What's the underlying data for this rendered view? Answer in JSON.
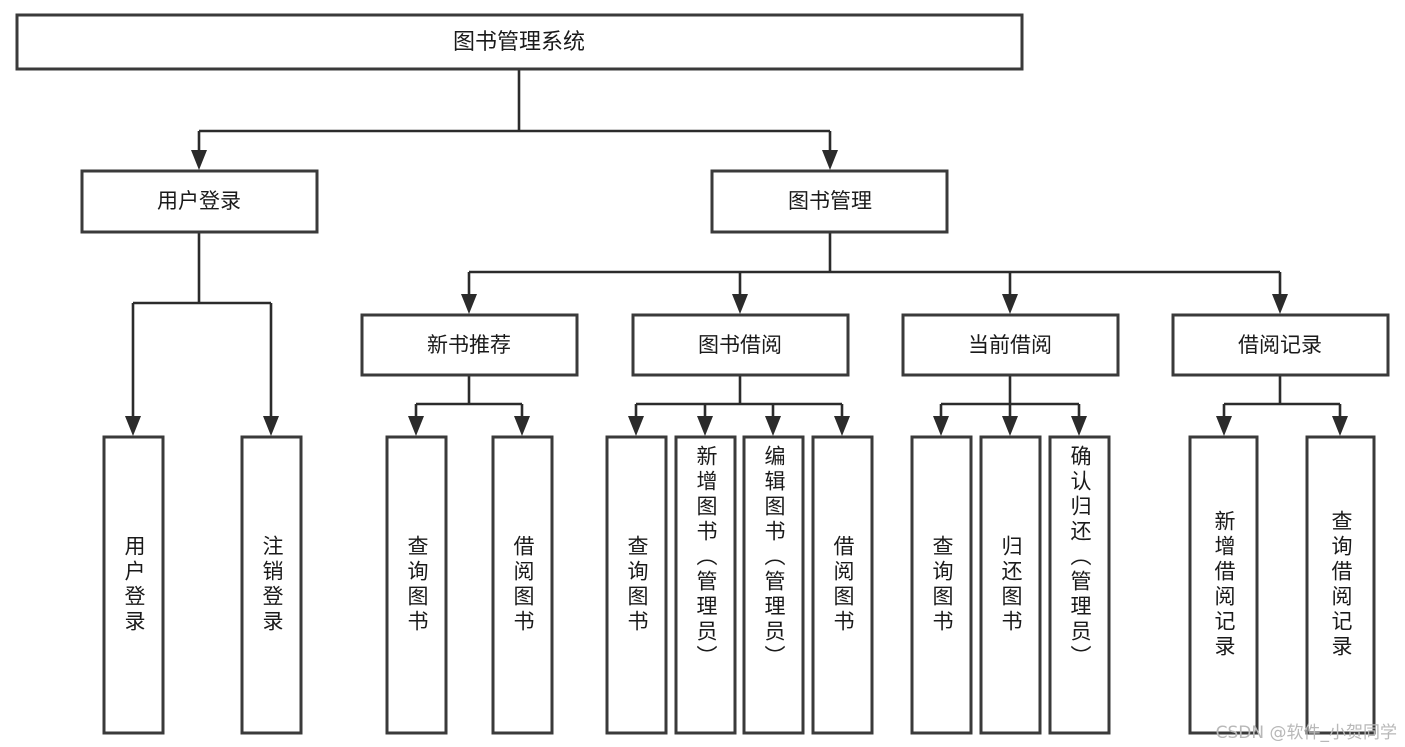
{
  "diagram": {
    "type": "tree",
    "title": "图书管理系统",
    "orientation": "top-down",
    "watermark": "CSDN @软件_小贺同学",
    "colors": {
      "box_fill": "#ffffff",
      "box_stroke": "#3a3a3a",
      "connector": "#2b2b2b",
      "text": "#1a1a1a",
      "watermark": "#b8b8b8",
      "background": "#ffffff"
    },
    "levels": {
      "root": "图书管理系统",
      "level2": [
        "用户登录",
        "图书管理"
      ],
      "level3": [
        "新书推荐",
        "图书借阅",
        "当前借阅",
        "借阅记录"
      ],
      "level4_count": 13
    },
    "nodes": {
      "root": {
        "label": "图书管理系统"
      },
      "user_login": {
        "label": "用户登录"
      },
      "book_manage": {
        "label": "图书管理"
      },
      "new_book_rec": {
        "label": "新书推荐"
      },
      "book_borrow": {
        "label": "图书借阅"
      },
      "current_borrow": {
        "label": "当前借阅"
      },
      "borrow_record": {
        "label": "借阅记录"
      }
    },
    "leaves": [
      {
        "id": "leaf-user-login",
        "parent": "用户登录",
        "label": "用户登录"
      },
      {
        "id": "leaf-logout",
        "parent": "用户登录",
        "label": "注销登录"
      },
      {
        "id": "leaf-query-book-1",
        "parent": "新书推荐",
        "label": "查询图书"
      },
      {
        "id": "leaf-borrow-book-1",
        "parent": "新书推荐",
        "label": "借阅图书"
      },
      {
        "id": "leaf-query-book-2",
        "parent": "图书借阅",
        "label": "查询图书"
      },
      {
        "id": "leaf-add-book",
        "parent": "图书借阅",
        "label": "新增图书（管理员）"
      },
      {
        "id": "leaf-edit-book",
        "parent": "图书借阅",
        "label": "编辑图书（管理员）"
      },
      {
        "id": "leaf-borrow-book-2",
        "parent": "图书借阅",
        "label": "借阅图书"
      },
      {
        "id": "leaf-query-book-3",
        "parent": "当前借阅",
        "label": "查询图书"
      },
      {
        "id": "leaf-return-book",
        "parent": "当前借阅",
        "label": "归还图书"
      },
      {
        "id": "leaf-confirm-return",
        "parent": "当前借阅",
        "label": "确认归还（管理员）"
      },
      {
        "id": "leaf-add-record",
        "parent": "借阅记录",
        "label": "新增借阅记录"
      },
      {
        "id": "leaf-query-record",
        "parent": "借阅记录",
        "label": "查询借阅记录"
      }
    ]
  }
}
